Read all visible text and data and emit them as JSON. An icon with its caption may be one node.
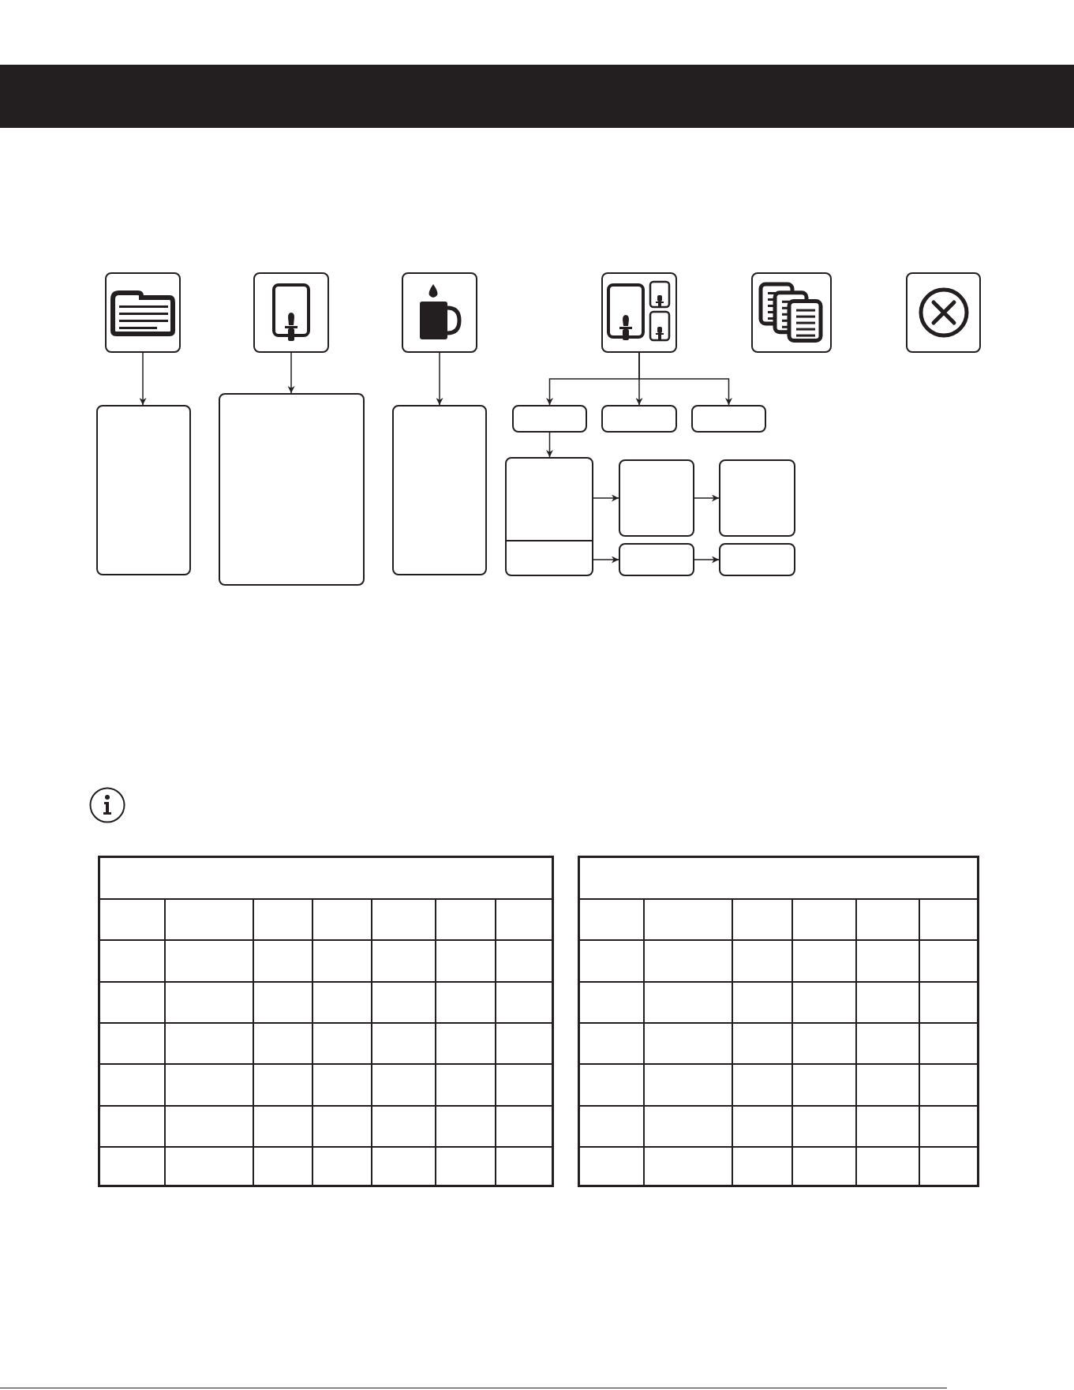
{
  "diagram": {
    "nodes": [
      {
        "text": [],
        "shape": "box"
      },
      {
        "text": [],
        "shape": "box"
      },
      {
        "text": [],
        "shape": "box"
      },
      {
        "text": [],
        "shape": "box"
      },
      {
        "text": [],
        "shape": "box"
      },
      {
        "text": [],
        "shape": "box"
      },
      {
        "text": [],
        "shape": "box"
      },
      {
        "text": [],
        "shape": "box"
      },
      {
        "text": [],
        "shape": "box"
      },
      {
        "text": [],
        "shape": "box"
      },
      {
        "text": [],
        "shape": "box"
      },
      {
        "text": [],
        "shape": "box"
      },
      {
        "text": [],
        "shape": "box"
      },
      {
        "text": [],
        "shape": "box"
      },
      {
        "text": [],
        "shape": "box"
      },
      {
        "text": [],
        "shape": "box"
      },
      {
        "text": [],
        "shape": "box"
      },
      {
        "text": [],
        "shape": "box"
      }
    ],
    "edges": [
      {
        "from": 0,
        "to": 6,
        "arrow": "to"
      },
      {
        "from": 1,
        "to": 7,
        "arrow": "to"
      },
      {
        "from": 2,
        "to": 8,
        "arrow": "to"
      },
      {
        "from": 3,
        "to": 9,
        "arrow": "to"
      },
      {
        "from": 3,
        "to": 10,
        "arrow": "to"
      },
      {
        "from": 3,
        "to": 11,
        "arrow": "to"
      },
      {
        "from": 9,
        "to": 12,
        "arrow": "to"
      },
      {
        "from": 12,
        "to": 14,
        "arrow": "to"
      },
      {
        "from": 14,
        "to": 15,
        "arrow": "to"
      },
      {
        "from": 13,
        "to": 16,
        "arrow": "to"
      },
      {
        "from": 16,
        "to": 17,
        "arrow": "to"
      }
    ]
  }
}
